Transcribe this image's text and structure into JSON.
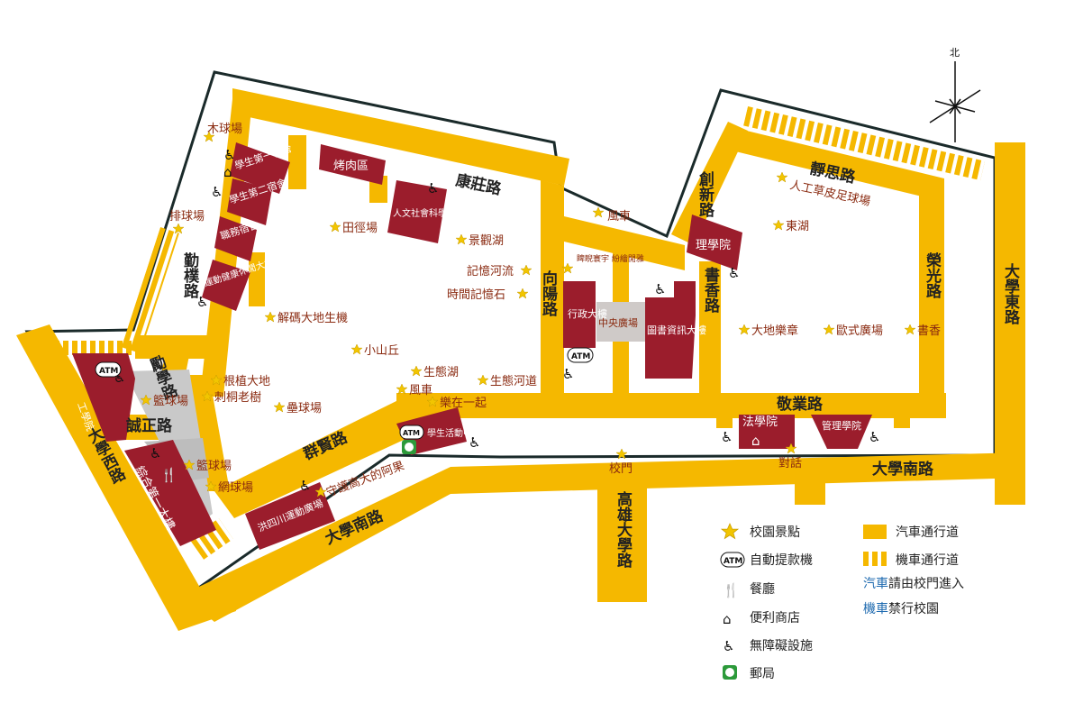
{
  "compass": {
    "north": "北"
  },
  "roads": {
    "kangzhuang": "康莊路",
    "jingsi": "靜思路",
    "chuangxin": "創新路",
    "qinpu": "勤樸路",
    "xiangyang": "向陽路",
    "shuxiang": "書香路",
    "rongguang": "榮光路",
    "daxue_east": "大學東路",
    "daxue_west": "大學西路",
    "qinxue": "勵學路",
    "chengzheng": "誠正路",
    "qunxian": "群賢路",
    "jingye": "敬業路",
    "daxue_south_right": "大學南路",
    "daxue_south_left": "大學南路",
    "gaoxiong": "高雄大學路"
  },
  "buildings": {
    "dorm1": "學生第一宿舍",
    "dorm2": "學生第二宿舍",
    "staff_dorm": "職務宿舍",
    "wellness": "運動健康休閒大樓",
    "bbq": "烤肉區",
    "humanities": "人文社會科學院",
    "science": "理學院",
    "admin": "行政大樓",
    "library": "圖書資訊大樓",
    "central": "中央廣場",
    "engineering": "工學院",
    "complex": "綜合第一大樓",
    "student_center": "學生活動中心",
    "hongsi": "洪四川運動廣場",
    "law": "法學院",
    "management": "管理學院"
  },
  "spots": {
    "wood_ball": "木球場",
    "volleyball": "排球場",
    "track": "田徑場",
    "jingqu_lake": "景觀湖",
    "memory_river": "記憶河流",
    "time_stone": "時間記憶石",
    "sculpture": "睥睨寰宇 紛繪閒雅",
    "fengche1": "風車",
    "artificial_turf": "人工草皮足球場",
    "east_lake": "東湖",
    "dadi_music": "大地樂章",
    "europe_plaza": "歐式廣場",
    "shuxiang_spot": "書香",
    "decode": "解碼大地生機",
    "hill": "小山丘",
    "eco_lake": "生態湖",
    "eco_river": "生態河道",
    "roots": "根植大地",
    "thorn_tree": "刺桐老樹",
    "basketball1": "籃球場",
    "softball": "壘球場",
    "fengche2": "風車",
    "together": "樂在一起",
    "basketball2": "籃球場",
    "tennis": "網球場",
    "guard": "守護高大的阿果",
    "school_gate": "校門",
    "dialogue": "對話"
  },
  "legend": {
    "spot": "校園景點",
    "atm": "自動提款機",
    "restaurant": "餐廳",
    "store": "便利商店",
    "accessible": "無障礙設施",
    "post": "郵局",
    "car_road": "汽車通行道",
    "moto_road": "機車通行道",
    "car_note": "汽車請由校門進入",
    "car_note_prefix": "汽車",
    "car_note_rest": "請由校門進入",
    "moto_note_prefix": "機車",
    "moto_note_rest": "禁行校園",
    "atm_label": "ATM"
  },
  "colors": {
    "road": "#f5b800",
    "building": "#9b1d2c",
    "spot_text": "#8a2a10",
    "note_blue": "#1f6bb0"
  }
}
